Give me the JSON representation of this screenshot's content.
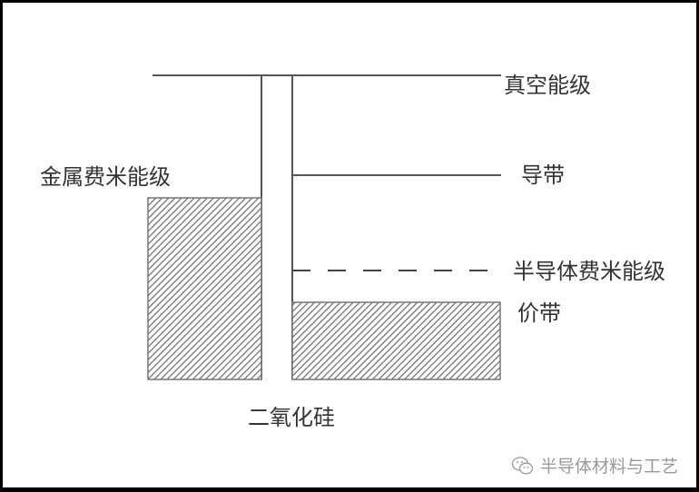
{
  "labels": {
    "vacuum_level": "真空能级",
    "conduction_band": "导带",
    "semiconductor_fermi": "半导体费米能级",
    "valence_band": "价带",
    "metal_fermi": "金属费米能级",
    "oxide": "二氧化硅"
  },
  "watermark": {
    "icon": "wechat-icon",
    "text": "半导体材料与工艺"
  },
  "colors": {
    "line": "#555555",
    "hatch": "#666666",
    "text": "#333333",
    "watermark": "#9a9a9a",
    "frame": "#000000"
  }
}
